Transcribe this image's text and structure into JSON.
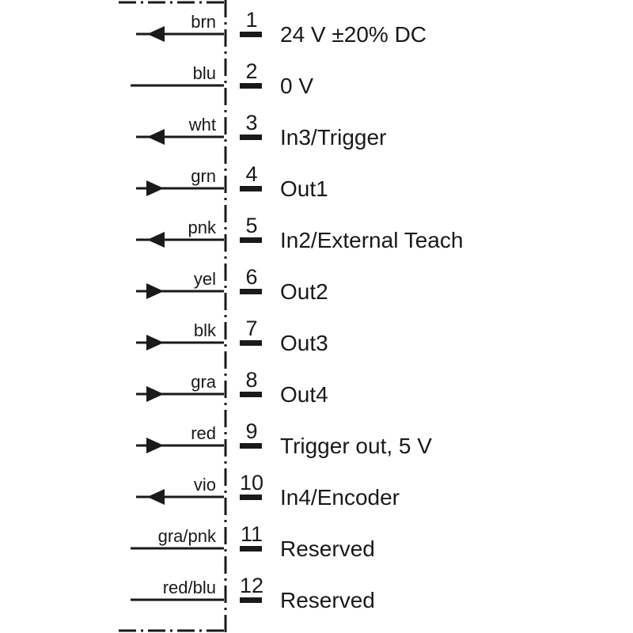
{
  "pins": [
    {
      "number": "1",
      "wire_color": "brn",
      "signal": "24 V ±20% DC",
      "direction": "in"
    },
    {
      "number": "2",
      "wire_color": "blu",
      "signal": "0 V",
      "direction": "none"
    },
    {
      "number": "3",
      "wire_color": "wht",
      "signal": "In3/Trigger",
      "direction": "in"
    },
    {
      "number": "4",
      "wire_color": "grn",
      "signal": "Out1",
      "direction": "out"
    },
    {
      "number": "5",
      "wire_color": "pnk",
      "signal": "In2/External Teach",
      "direction": "in"
    },
    {
      "number": "6",
      "wire_color": "yel",
      "signal": "Out2",
      "direction": "out"
    },
    {
      "number": "7",
      "wire_color": "blk",
      "signal": "Out3",
      "direction": "out"
    },
    {
      "number": "8",
      "wire_color": "gra",
      "signal": "Out4",
      "direction": "out"
    },
    {
      "number": "9",
      "wire_color": "red",
      "signal": "Trigger out, 5 V",
      "direction": "out"
    },
    {
      "number": "10",
      "wire_color": "vio",
      "signal": "In4/Encoder",
      "direction": "in"
    },
    {
      "number": "11",
      "wire_color": "gra/pnk",
      "signal": "Reserved",
      "direction": "none"
    },
    {
      "number": "12",
      "wire_color": "red/blu",
      "signal": "Reserved",
      "direction": "none"
    }
  ]
}
